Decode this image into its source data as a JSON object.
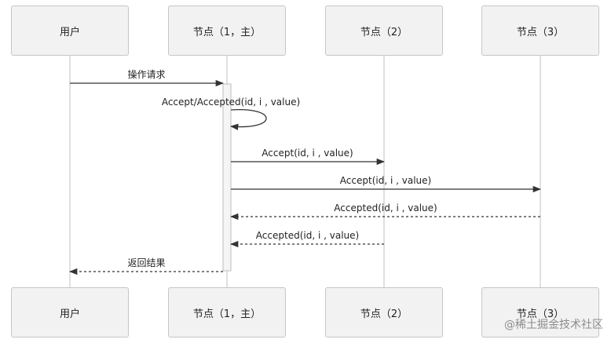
{
  "participants": [
    {
      "id": "user",
      "label": "用户"
    },
    {
      "id": "node1",
      "label": "节点（1，主）"
    },
    {
      "id": "node2",
      "label": "节点（2）"
    },
    {
      "id": "node3",
      "label": "节点（3）"
    }
  ],
  "messages": [
    {
      "from": "user",
      "to": "node1",
      "label": "操作请求",
      "style": "solid"
    },
    {
      "from": "node1",
      "to": "node1",
      "label": "Accept/Accepted(id, i , value)",
      "style": "solid"
    },
    {
      "from": "node1",
      "to": "node2",
      "label": "Accept(id, i , value)",
      "style": "solid"
    },
    {
      "from": "node1",
      "to": "node3",
      "label": "Accept(id, i , value)",
      "style": "solid"
    },
    {
      "from": "node3",
      "to": "node1",
      "label": "Accepted(id, i , value)",
      "style": "dashed"
    },
    {
      "from": "node2",
      "to": "node1",
      "label": "Accepted(id, i , value)",
      "style": "dashed"
    },
    {
      "from": "node1",
      "to": "user",
      "label": "返回结果",
      "style": "dashed"
    }
  ],
  "watermark": "@稀土掘金技术社区",
  "colors": {
    "box_fill": "#f2f2f2",
    "box_border": "#c6c6c6",
    "lifeline": "#cccccc",
    "arrow": "#333333",
    "activation_fill": "#f5f5f5"
  }
}
